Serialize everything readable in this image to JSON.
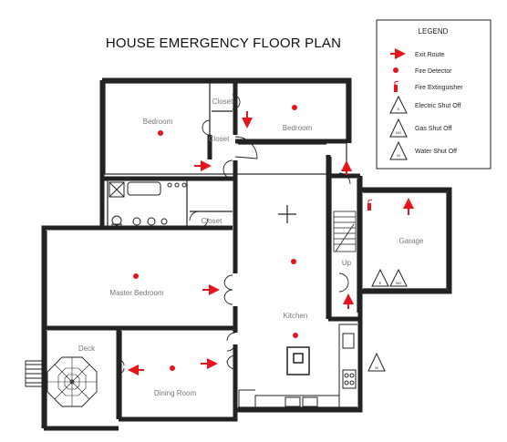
{
  "title": "HOUSE EMERGENCY FLOOR PLAN",
  "legend": {
    "heading": "LEGEND",
    "items": [
      {
        "label": "Exit Route",
        "icon": "arrow-icon"
      },
      {
        "label": "Fire Detector",
        "icon": "fire-detector-icon"
      },
      {
        "label": "Fire Extinguisher",
        "icon": "fire-extinguisher-icon"
      },
      {
        "label": "Electric Shut Off",
        "icon": "electric-shutoff-icon",
        "symbol": "E"
      },
      {
        "label": "Gas Shut Off",
        "icon": "gas-shutoff-icon",
        "symbol": "NG"
      },
      {
        "label": "Water Shut Off",
        "icon": "water-shutoff-icon",
        "symbol": "W"
      }
    ]
  },
  "rooms": {
    "bedroom_left": "Bedroom",
    "bedroom_right": "Bedroom",
    "closet_top": "Closet",
    "closet_mid": "Closet",
    "closet_bath": "Closet",
    "garage": "Garage",
    "master_bedroom": "Master Bedroom",
    "kitchen": "Kitchen",
    "up": "Up",
    "deck": "Deck",
    "dining_room": "Dining Room"
  },
  "colors": {
    "exit": "#e8141c",
    "wall": "#222222",
    "text": "#777777"
  }
}
